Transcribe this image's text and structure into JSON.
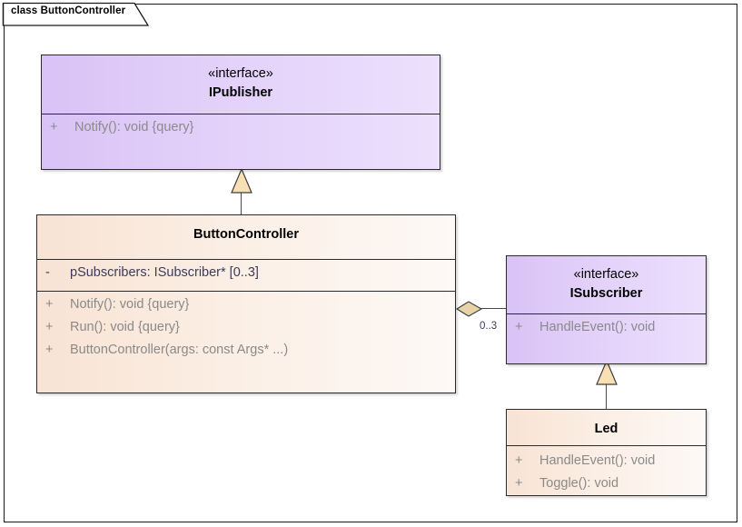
{
  "diagram": {
    "kind": "uml-class-diagram",
    "frame_label": "class ButtonController",
    "background_color": "#ffffff",
    "frame_border_color": "#1a1a1a"
  },
  "palette": {
    "interface_fill_left": "#d9c2f6",
    "interface_fill_right": "#ece0fd",
    "class_fill_left": "#f8e3d4",
    "class_fill_right": "#fdf9f6",
    "box_border": "#2b2b2b",
    "member_text": "#8a8a8a",
    "attribute_text": "#3b3b5c",
    "connector": "#4a4a4a",
    "arrowhead_fill": "#f8dfb4",
    "diamond_fill": "#e8d2a8"
  },
  "classes": {
    "ipublisher": {
      "stereotype": "«interface»",
      "name": "IPublisher",
      "attributes": [],
      "operations": [
        {
          "visibility": "+",
          "signature": "Notify(): void {query}"
        }
      ]
    },
    "buttoncontroller": {
      "stereotype": "",
      "name": "ButtonController",
      "attributes": [
        {
          "visibility": "-",
          "signature": "pSubscribers: ISubscriber* [0..3]"
        }
      ],
      "operations": [
        {
          "visibility": "+",
          "signature": "Notify(): void {query}"
        },
        {
          "visibility": "+",
          "signature": "Run(): void {query}"
        },
        {
          "visibility": "+",
          "signature": "ButtonController(args: const Args* ...)"
        }
      ]
    },
    "isubscriber": {
      "stereotype": "«interface»",
      "name": "ISubscriber",
      "attributes": [],
      "operations": [
        {
          "visibility": "+",
          "signature": "HandleEvent(): void"
        }
      ]
    },
    "led": {
      "stereotype": "",
      "name": "Led",
      "attributes": [],
      "operations": [
        {
          "visibility": "+",
          "signature": "HandleEvent(): void"
        },
        {
          "visibility": "+",
          "signature": "Toggle(): void"
        }
      ]
    }
  },
  "relationships": [
    {
      "id": "gen-buttoncontroller-ipublisher",
      "type": "generalization",
      "source": "ButtonController",
      "target": "IPublisher",
      "label": ""
    },
    {
      "id": "agg-buttoncontroller-isubscriber",
      "type": "aggregation",
      "source": "ButtonController",
      "target": "ISubscriber",
      "label": "0..3"
    },
    {
      "id": "gen-led-isubscriber",
      "type": "generalization",
      "source": "Led",
      "target": "ISubscriber",
      "label": ""
    }
  ]
}
